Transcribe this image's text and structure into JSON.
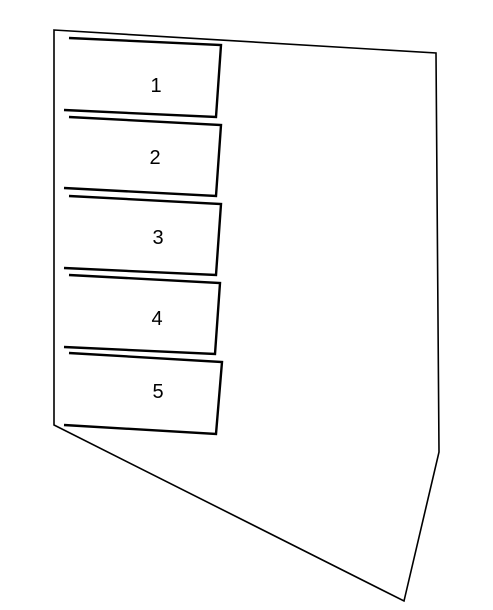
{
  "diagram": {
    "stroke_color": "#000000",
    "background_color": "#ffffff",
    "slots": [
      {
        "label": "1"
      },
      {
        "label": "2"
      },
      {
        "label": "3"
      },
      {
        "label": "4"
      },
      {
        "label": "5"
      }
    ]
  }
}
